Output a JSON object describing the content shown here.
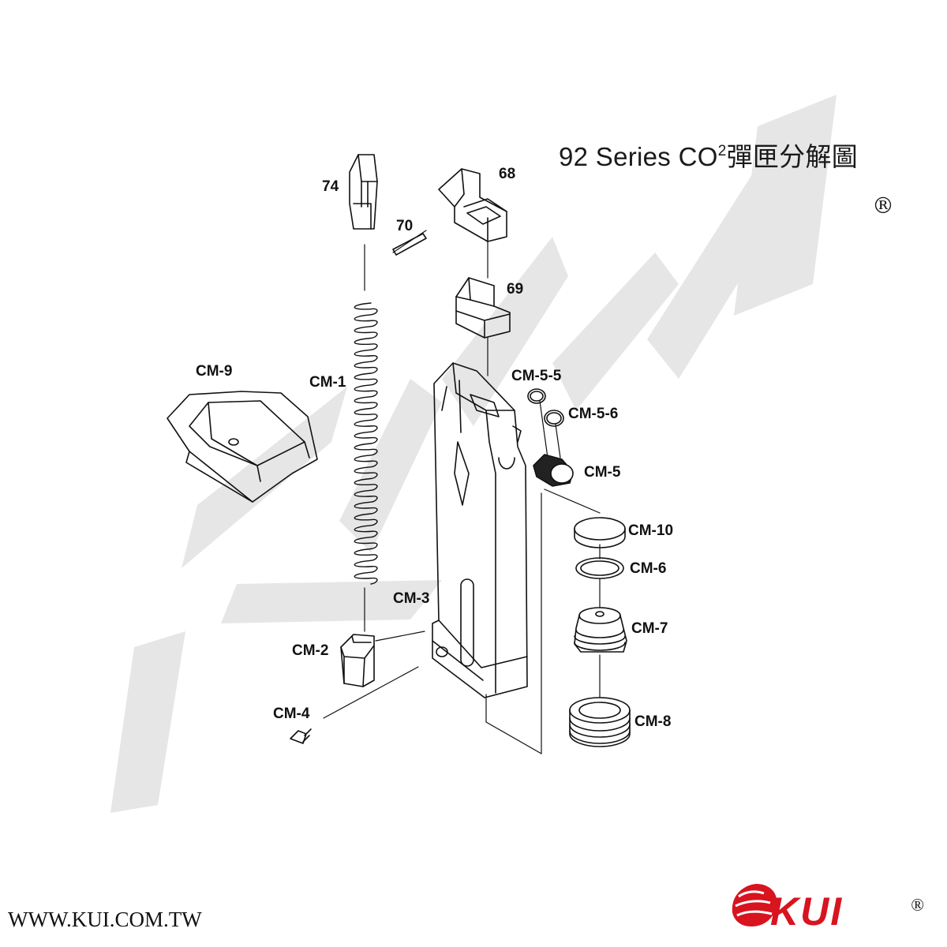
{
  "title": {
    "main": "92 Series CO",
    "superscript": "2",
    "suffix": "彈匣分解圖"
  },
  "registered_mark": "®",
  "website": "WWW.KUI.COM.TW",
  "brand": {
    "name": "KUI",
    "registered_mark": "®",
    "accent_color": "#d8141f",
    "icon": "lion-head-logo-icon"
  },
  "watermark": {
    "text": "KUI",
    "color": "#e6e6e6"
  },
  "parts": {
    "p74": "74",
    "p68": "68",
    "p70": "70",
    "p69": "69",
    "cm9": "CM-9",
    "cm1": "CM-1",
    "cm3": "CM-3",
    "cm2": "CM-2",
    "cm4": "CM-4",
    "cm55": "CM-5-5",
    "cm56": "CM-5-6",
    "cm5": "CM-5",
    "cm10": "CM-10",
    "cm6": "CM-6",
    "cm7": "CM-7",
    "cm8": "CM-8"
  }
}
